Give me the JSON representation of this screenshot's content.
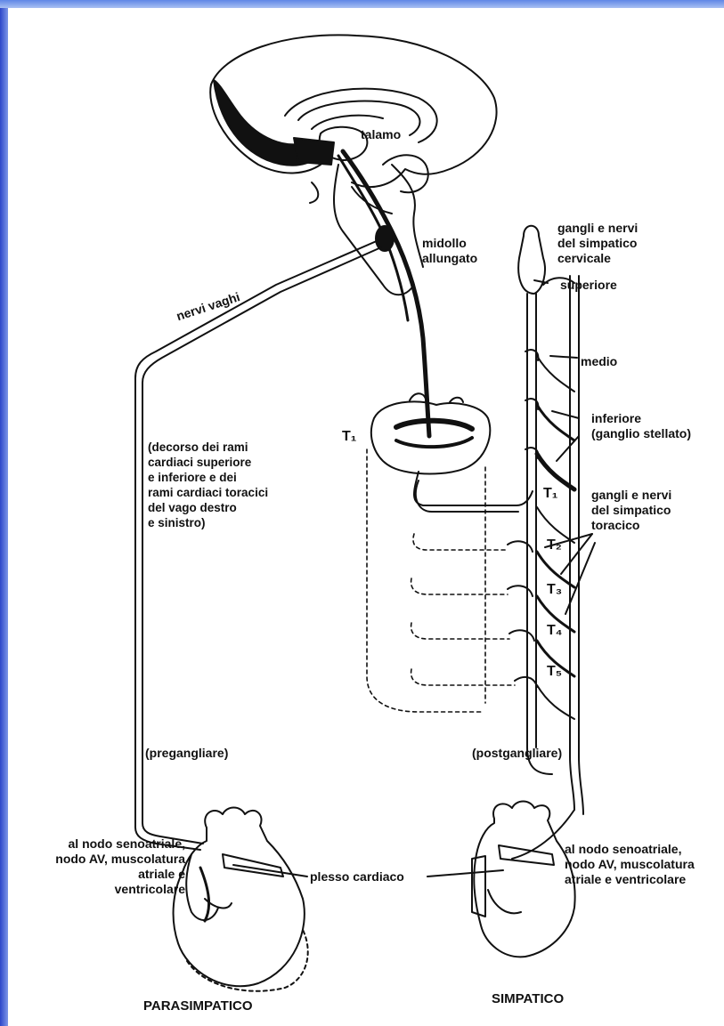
{
  "labels": {
    "talamo": "talamo",
    "midollo": "midollo\nallungato",
    "nervi_vaghi": "nervi vaghi",
    "cervicale": "gangli e nervi\ndel simpatico\ncervicale",
    "superiore": "superiore",
    "medio": "medio",
    "inferiore": "inferiore\n(ganglio stellato)",
    "T1_left": "T₁",
    "T1_right": "T₁",
    "toracico": "gangli e nervi\ndel simpatico\ntoracico",
    "T2": "T₂",
    "T3": "T₃",
    "T4": "T₄",
    "T5": "T₅",
    "decorso": "(decorso dei rami\ncardiaci superiore\ne inferiore e dei\nrami cardiaci toracici\ndel vago destro\ne sinistro)",
    "pregangliare": "(pregangliare)",
    "postgangliare": "(postgangliare)",
    "nodo_left": "al nodo senoatriale,\nnodo AV, muscolatura\natriale e\nventricolare",
    "plesso": "plesso cardiaco",
    "nodo_right": "al nodo senoatriale,\nnodo AV, muscolatura\natriale e ventricolare",
    "parasimpatico": "PARASIMPATICO",
    "simpatico": "SIMPATICO"
  },
  "colors": {
    "ink": "#111111",
    "background": "#ffffff",
    "frame_band": "#3a5ad8"
  }
}
